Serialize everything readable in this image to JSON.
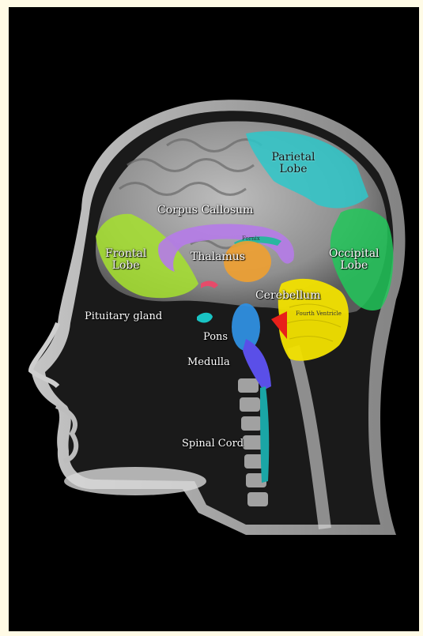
{
  "labels": {
    "parietal": "Parietal\nLobe",
    "corpus_callosum": "Corpus Callosum",
    "fornix": "Fornix",
    "frontal": "Frontal\nLobe",
    "thalamus": "Thalamus",
    "occipital": "Occipital\nLobe",
    "cerebellum": "Cerebellum",
    "fourth_ventricle": "Fourth Ventricle",
    "pituitary": "Pituitary gland",
    "pons": "Pons",
    "medulla": "Medulla",
    "spinal_cord": "Spinal Cord"
  },
  "colors": {
    "parietal": "#2ec7c9",
    "frontal": "#a6e22e",
    "corpus_callosum": "#b57be8",
    "thalamus": "#f0a030",
    "fornix": "#2ab6a0",
    "occipital": "#22c75a",
    "cerebellum": "#f2e200",
    "fourth_ventricle": "#e8201a",
    "pituitary": "#19c4c4",
    "pons": "#2f8fe0",
    "medulla": "#5a4fe8",
    "spinal_cord": "#1aa6a6"
  }
}
